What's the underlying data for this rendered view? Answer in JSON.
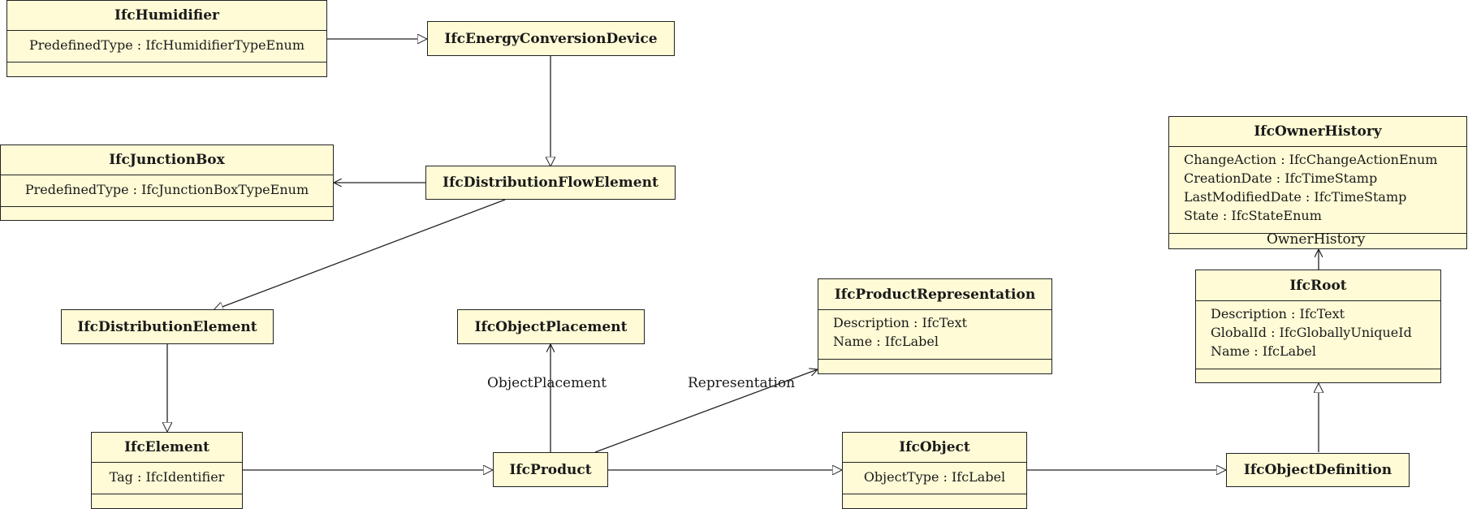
{
  "classes": {
    "humidifier": {
      "name": "IfcHumidifier",
      "attrs": [
        "PredefinedType : IfcHumidifierTypeEnum"
      ]
    },
    "energy": {
      "name": "IfcEnergyConversionDevice"
    },
    "junction": {
      "name": "IfcJunctionBox",
      "attrs": [
        "PredefinedType : IfcJunctionBoxTypeEnum"
      ]
    },
    "flow": {
      "name": "IfcDistributionFlowElement"
    },
    "owner": {
      "name": "IfcOwnerHistory",
      "attrs": [
        "ChangeAction : IfcChangeActionEnum",
        "CreationDate : IfcTimeStamp",
        "LastModifiedDate : IfcTimeStamp",
        "State : IfcStateEnum"
      ]
    },
    "distelem": {
      "name": "IfcDistributionElement"
    },
    "placement": {
      "name": "IfcObjectPlacement"
    },
    "prodrep": {
      "name": "IfcProductRepresentation",
      "attrs": [
        "Description : IfcText",
        "Name : IfcLabel"
      ]
    },
    "root": {
      "name": "IfcRoot",
      "attrs": [
        "Description : IfcText",
        "GlobalId : IfcGloballyUniqueId",
        "Name : IfcLabel"
      ]
    },
    "element": {
      "name": "IfcElement",
      "attrs": [
        "Tag : IfcIdentifier"
      ]
    },
    "product": {
      "name": "IfcProduct"
    },
    "object": {
      "name": "IfcObject",
      "attrs": [
        "ObjectType : IfcLabel"
      ]
    },
    "objdef": {
      "name": "IfcObjectDefinition"
    }
  },
  "labels": {
    "owner_history": "OwnerHistory",
    "object_placement": "ObjectPlacement",
    "representation": "Representation"
  },
  "colors": {
    "box_fill": "#fffbd6",
    "line": "#222222"
  }
}
